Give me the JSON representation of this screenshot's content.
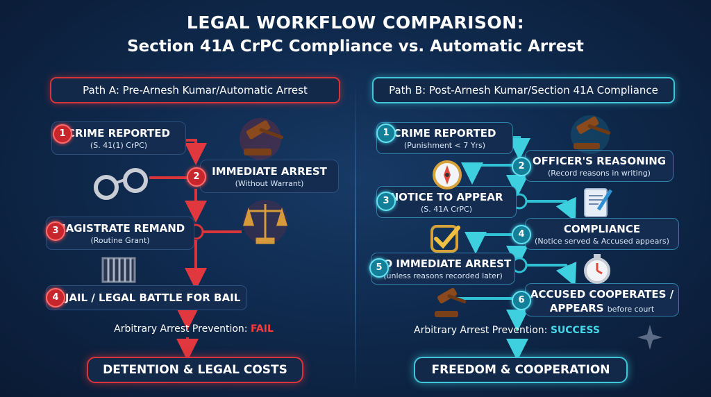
{
  "title": {
    "line1": "LEGAL WORKFLOW COMPARISON:",
    "line2": "Section 41A CrPC Compliance vs. Automatic Arrest"
  },
  "path_a": {
    "header": "Path A: Pre-Arnesh Kumar/Automatic Arrest",
    "steps": [
      {
        "num": "1",
        "title": "CRIME REPORTED",
        "sub": "(S. 41(1) CrPC)"
      },
      {
        "num": "2",
        "title": "IMMEDIATE ARREST",
        "sub": "(Without Warrant)"
      },
      {
        "num": "3",
        "title": "MAGISTRATE REMAND",
        "sub": "(Routine Grant)"
      },
      {
        "num": "4",
        "title": "JAIL / LEGAL BATTLE FOR BAIL",
        "sub": ""
      }
    ],
    "result_label": "Arbitrary Arrest Prevention: ",
    "result_value": "FAIL",
    "final": "DETENTION & LEGAL COSTS",
    "color": "#d9343a"
  },
  "path_b": {
    "header": "Path B: Post-Arnesh Kumar/Section 41A Compliance",
    "steps": [
      {
        "num": "1",
        "title": "CRIME REPORTED",
        "sub": "(Punishment < 7 Yrs)"
      },
      {
        "num": "2",
        "title": "OFFICER'S REASONING",
        "sub": "(Record reasons in writing)"
      },
      {
        "num": "3",
        "title": "NOTICE TO APPEAR",
        "sub": "(S. 41A CrPC)"
      },
      {
        "num": "4",
        "title": "COMPLIANCE",
        "sub": "(Notice served & Accused appears)"
      },
      {
        "num": "5",
        "title": "NO IMMEDIATE ARREST",
        "sub": "(unless reasons recorded later)"
      },
      {
        "num": "6",
        "title": "ACCUSED COOPERATES /",
        "title2": "APPEARS",
        "sub": "before court"
      }
    ],
    "result_label": "Arbitrary Arrest Prevention: ",
    "result_value": "SUCCESS",
    "final": "FREEDOM & COOPERATION",
    "color": "#3fc6d8"
  },
  "icons": [
    "gavel-icon",
    "handcuffs-icon",
    "scales-icon",
    "jail-bars-icon",
    "compass-icon",
    "document-pen-icon",
    "checkmark-icon",
    "stopwatch-icon",
    "sparkle-icon"
  ]
}
